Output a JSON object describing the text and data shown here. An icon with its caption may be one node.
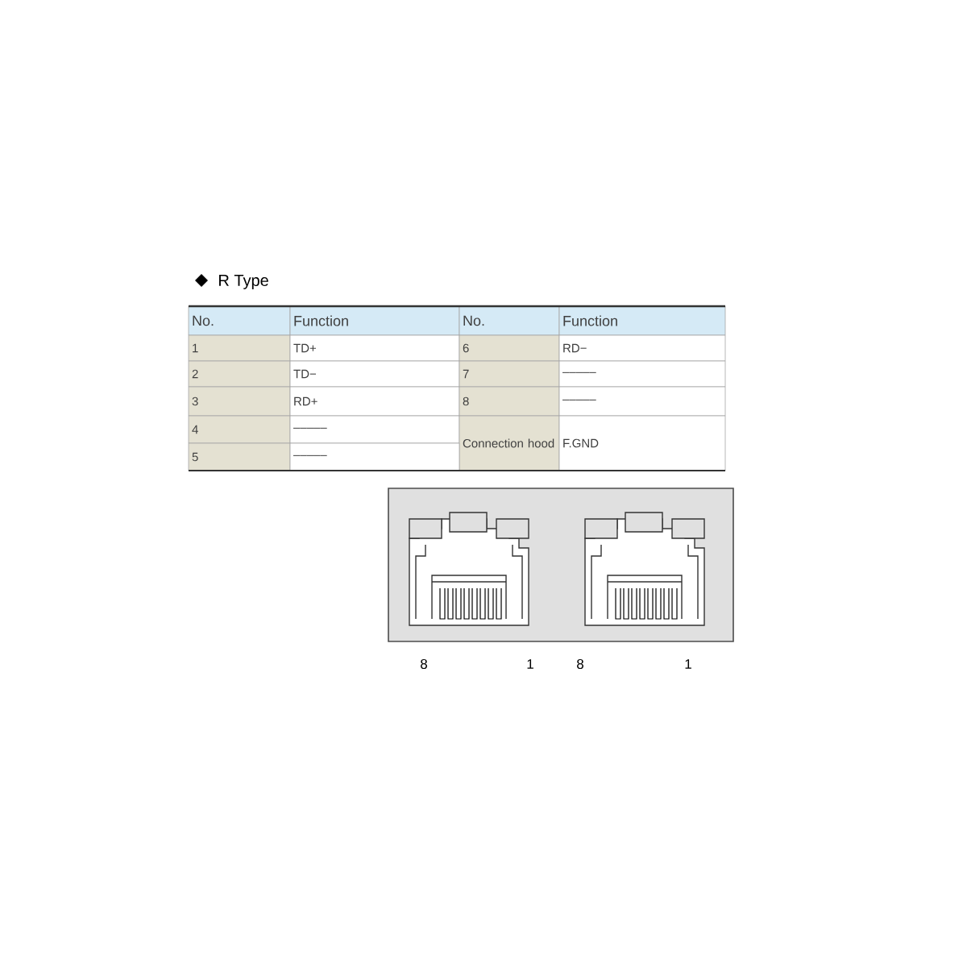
{
  "diagram": {
    "title": "R Type",
    "labels": [
      "No.",
      "Function",
      "No.",
      "Function",
      "1",
      "TD+",
      "6",
      "RD−",
      "2",
      "TD−",
      "7",
      "–––––",
      "3",
      "RD+",
      "8",
      "–––––",
      "4",
      "–––––",
      "Connection hood",
      "F.GND",
      "5",
      "–––––",
      "8",
      "1",
      "8",
      "1"
    ]
  }
}
